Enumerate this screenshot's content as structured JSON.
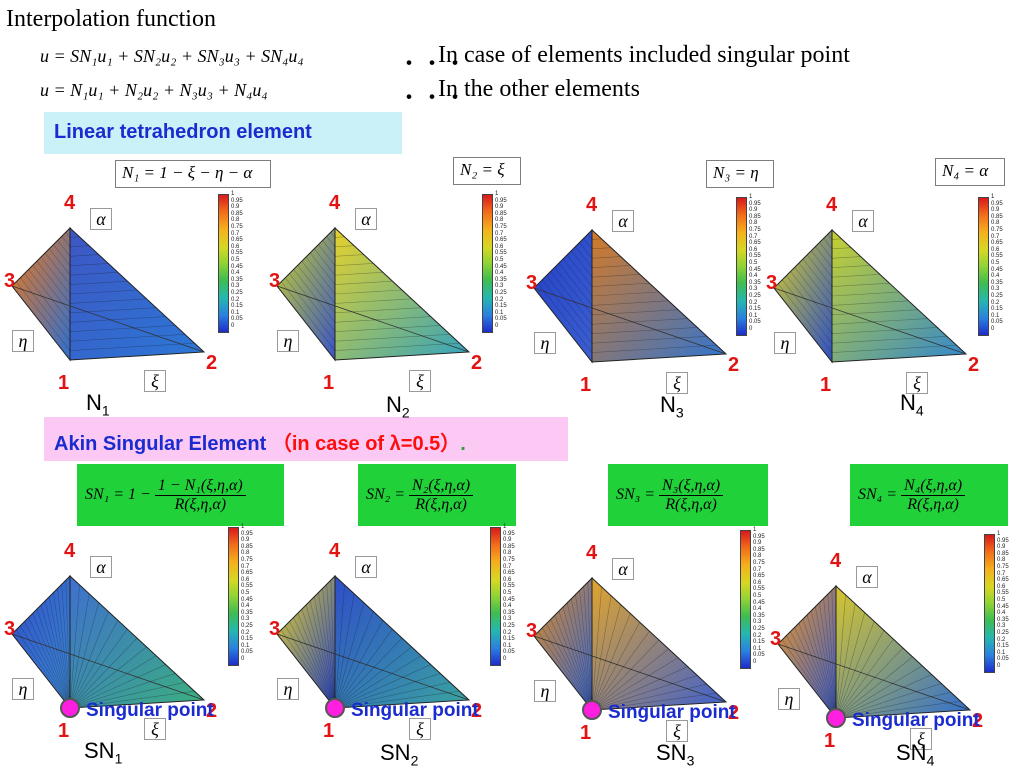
{
  "title": "Interpolation function",
  "equations": {
    "sn_eq": "u = SN₁u₁ + SN₂u₂ + SN₃u₃ + SN₄u₄",
    "n_eq": "u = N₁u₁ + N₂u₂ + N₃u₃ + N₄u₄",
    "dots": "・・・",
    "sn_note": "In case of elements included singular point",
    "n_note": "In the other elements"
  },
  "linear_section": {
    "label": "Linear tetrahedron element",
    "formulas": [
      "N₁ = 1 − ξ − η − α",
      "N₂ = ξ",
      "N₃ = η",
      "N₄ = α"
    ],
    "captions": [
      {
        "base": "N",
        "sub": "1"
      },
      {
        "base": "N",
        "sub": "2"
      },
      {
        "base": "N",
        "sub": "3"
      },
      {
        "base": "N",
        "sub": "4"
      }
    ]
  },
  "singular_section": {
    "label_blue": "Akin Singular Element",
    "label_red": "（in case of λ=0.5）",
    "label_dot": ".",
    "formulas": [
      {
        "lhs": "SN₁ = 1 −",
        "num": "1 − N₁(ξ,η,α)",
        "den": "R(ξ,η,α)"
      },
      {
        "lhs": "SN₂ =",
        "num": "N₂(ξ,η,α)",
        "den": "R(ξ,η,α)"
      },
      {
        "lhs": "SN₃ =",
        "num": "N₃(ξ,η,α)",
        "den": "R(ξ,η,α)"
      },
      {
        "lhs": "SN₄ =",
        "num": "N₄(ξ,η,α)",
        "den": "R(ξ,η,α)"
      }
    ],
    "captions": [
      {
        "base": "SN",
        "sub": "1"
      },
      {
        "base": "SN",
        "sub": "2"
      },
      {
        "base": "SN",
        "sub": "3"
      },
      {
        "base": "SN",
        "sub": "4"
      }
    ],
    "singular_label": "Singular point"
  },
  "vertex_labels": [
    "1",
    "2",
    "3",
    "4"
  ],
  "axis_labels": {
    "alpha": "α",
    "eta": "η",
    "xi": "ξ"
  },
  "colorbar_ticks": [
    "1",
    "0.95",
    "0.9",
    "0.85",
    "0.8",
    "0.75",
    "0.7",
    "0.65",
    "0.6",
    "0.55",
    "0.5",
    "0.45",
    "0.4",
    "0.35",
    "0.3",
    "0.25",
    "0.2",
    "0.15",
    "0.1",
    "0.05",
    "0"
  ],
  "colors": {
    "vertex_label": "#e21313",
    "section_text": "#1a2ccf",
    "singular_point": "#ff1fe0",
    "linear_band": "#c9f1f7",
    "singular_band": "#fbc9f4",
    "formula_band": "#20d13a"
  }
}
